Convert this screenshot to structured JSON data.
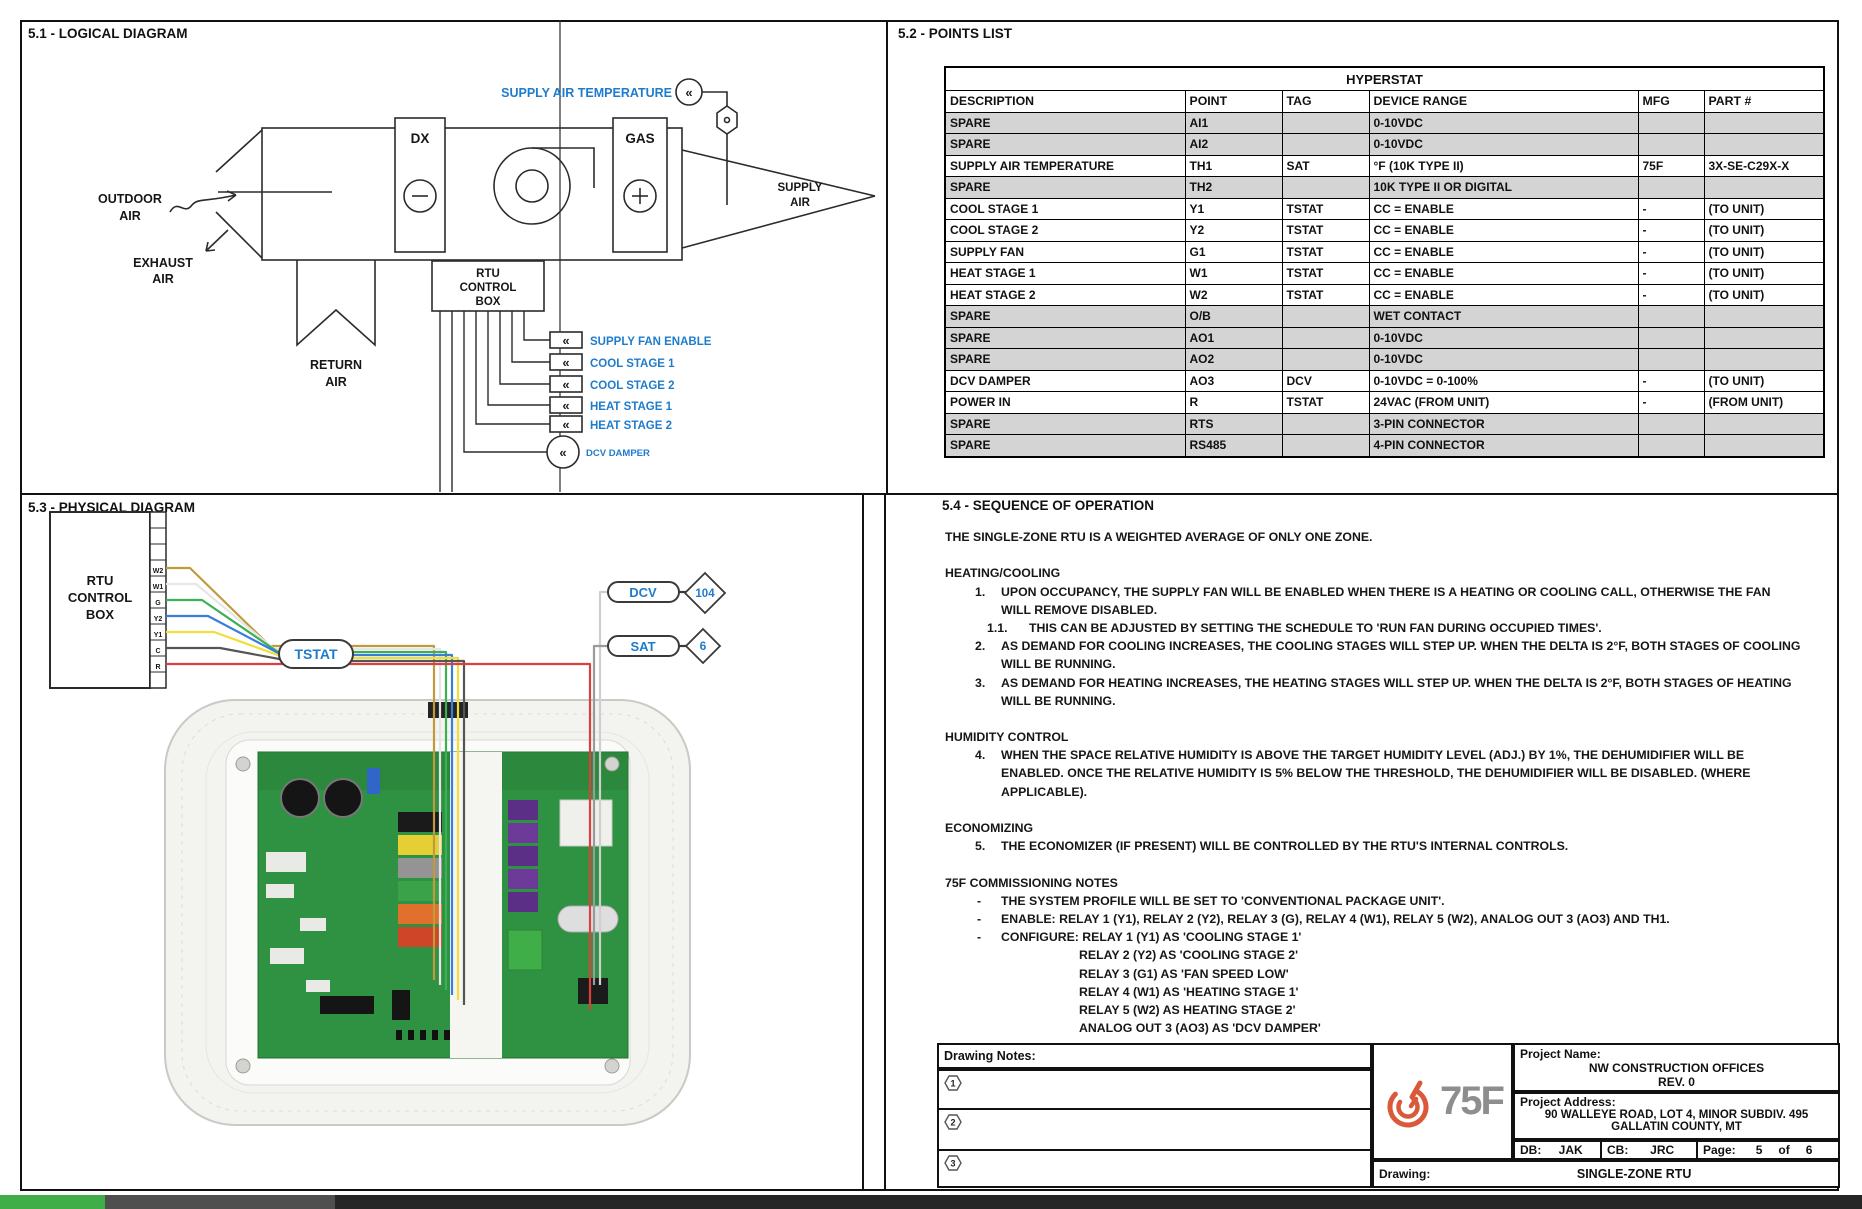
{
  "panels": {
    "p51": {
      "title": "5.1 - LOGICAL DIAGRAM"
    },
    "p52": {
      "title": "5.2 - POINTS LIST"
    },
    "p53": {
      "title": "5.3 - PHYSICAL DIAGRAM"
    },
    "p54": {
      "title": "5.4 - SEQUENCE OF OPERATION"
    }
  },
  "logical": {
    "sat_label": "SUPPLY AIR TEMPERATURE",
    "outdoor": [
      "OUTDOOR",
      "AIR"
    ],
    "exhaust": [
      "EXHAUST",
      "AIR"
    ],
    "return": [
      "RETURN",
      "AIR"
    ],
    "supply": [
      "SUPPLY",
      "AIR"
    ],
    "dx": "DX",
    "gas": "GAS",
    "rtu": [
      "RTU",
      "CONTROL",
      "BOX"
    ],
    "signals": [
      "SUPPLY FAN ENABLE",
      "COOL STAGE 1",
      "COOL STAGE 2",
      "HEAT STAGE 1",
      "HEAT STAGE 2"
    ],
    "dcv_damper": "DCV DAMPER",
    "flag": "«"
  },
  "points_table": {
    "group_header": "HYPERSTAT",
    "columns": [
      "DESCRIPTION",
      "POINT",
      "TAG",
      "DEVICE RANGE",
      "MFG",
      "PART #"
    ],
    "rows": [
      {
        "shaded": true,
        "cells": [
          "SPARE",
          "AI1",
          "",
          "0-10VDC",
          "",
          ""
        ]
      },
      {
        "shaded": true,
        "cells": [
          "SPARE",
          "AI2",
          "",
          "0-10VDC",
          "",
          ""
        ]
      },
      {
        "shaded": false,
        "cells": [
          "SUPPLY AIR TEMPERATURE",
          "TH1",
          "SAT",
          "°F (10K TYPE II)",
          "75F",
          "3X-SE-C29X-X"
        ]
      },
      {
        "shaded": true,
        "cells": [
          "SPARE",
          "TH2",
          "",
          "10K TYPE II OR DIGITAL",
          "",
          ""
        ]
      },
      {
        "shaded": false,
        "cells": [
          "COOL STAGE 1",
          "Y1",
          "TSTAT",
          "CC = ENABLE",
          "-",
          "(TO UNIT)"
        ]
      },
      {
        "shaded": false,
        "cells": [
          "COOL STAGE 2",
          "Y2",
          "TSTAT",
          "CC = ENABLE",
          "-",
          "(TO UNIT)"
        ]
      },
      {
        "shaded": false,
        "cells": [
          "SUPPLY FAN",
          "G1",
          "TSTAT",
          "CC = ENABLE",
          "-",
          "(TO UNIT)"
        ]
      },
      {
        "shaded": false,
        "cells": [
          "HEAT STAGE 1",
          "W1",
          "TSTAT",
          "CC = ENABLE",
          "-",
          "(TO UNIT)"
        ]
      },
      {
        "shaded": false,
        "cells": [
          "HEAT STAGE 2",
          "W2",
          "TSTAT",
          "CC = ENABLE",
          "-",
          "(TO UNIT)"
        ]
      },
      {
        "shaded": true,
        "cells": [
          "SPARE",
          "O/B",
          "",
          "WET CONTACT",
          "",
          ""
        ]
      },
      {
        "shaded": true,
        "cells": [
          "SPARE",
          "AO1",
          "",
          "0-10VDC",
          "",
          ""
        ]
      },
      {
        "shaded": true,
        "cells": [
          "SPARE",
          "AO2",
          "",
          "0-10VDC",
          "",
          ""
        ]
      },
      {
        "shaded": false,
        "cells": [
          "DCV DAMPER",
          "AO3",
          "DCV",
          "0-10VDC = 0-100%",
          "-",
          "(TO UNIT)"
        ]
      },
      {
        "shaded": false,
        "cells": [
          "POWER IN",
          "R",
          "TSTAT",
          "24VAC (FROM UNIT)",
          "-",
          "(FROM UNIT)"
        ]
      },
      {
        "shaded": true,
        "cells": [
          "SPARE",
          "RTS",
          "",
          "3-PIN CONNECTOR",
          "",
          ""
        ]
      },
      {
        "shaded": true,
        "cells": [
          "SPARE",
          "RS485",
          "",
          "4-PIN CONNECTOR",
          "",
          ""
        ]
      }
    ]
  },
  "physical": {
    "rtu": [
      "RTU",
      "CONTROL",
      "BOX"
    ],
    "terminals": [
      "W2",
      "W1",
      "G",
      "Y2",
      "Y1",
      "C",
      "R"
    ],
    "tstat": "TSTAT",
    "dcv": "DCV",
    "sat": "SAT",
    "dcv_tag": "104",
    "sat_tag": "6"
  },
  "sequence": {
    "lines": [
      {
        "cls": "body",
        "text": "THE SINGLE-ZONE RTU IS A WEIGHTED AVERAGE OF ONLY ONE ZONE."
      },
      {
        "cls": "gap"
      },
      {
        "cls": "sec",
        "text": "HEATING/COOLING"
      },
      {
        "cls": "li",
        "num": "1.",
        "text": "UPON OCCUPANCY, THE SUPPLY FAN WILL BE ENABLED WHEN THERE IS A HEATING OR COOLING CALL, OTHERWISE THE FAN"
      },
      {
        "cls": "cont",
        "text": "WILL REMOVE DISABLED."
      },
      {
        "cls": "li2",
        "num": "1.1.",
        "text": "THIS CAN BE ADJUSTED BY SETTING THE SCHEDULE TO 'RUN FAN DURING OCCUPIED TIMES'."
      },
      {
        "cls": "li",
        "num": "2.",
        "text": "AS DEMAND FOR COOLING INCREASES, THE COOLING STAGES WILL STEP UP. WHEN THE DELTA IS 2°F, BOTH STAGES OF COOLING"
      },
      {
        "cls": "cont",
        "text": "WILL BE RUNNING."
      },
      {
        "cls": "li",
        "num": "3.",
        "text": "AS DEMAND FOR HEATING INCREASES, THE HEATING STAGES WILL STEP UP. WHEN THE DELTA IS 2°F, BOTH STAGES OF HEATING"
      },
      {
        "cls": "cont",
        "text": "WILL BE RUNNING."
      },
      {
        "cls": "gap"
      },
      {
        "cls": "sec",
        "text": "HUMIDITY CONTROL"
      },
      {
        "cls": "li",
        "num": "4.",
        "text": "WHEN THE SPACE RELATIVE HUMIDITY IS ABOVE THE TARGET HUMIDITY LEVEL (ADJ.) BY 1%, THE DEHUMIDIFIER WILL BE"
      },
      {
        "cls": "cont",
        "text": "ENABLED. ONCE THE RELATIVE HUMIDITY IS 5% BELOW THE THRESHOLD, THE DEHUMIDIFIER WILL BE DISABLED. (WHERE"
      },
      {
        "cls": "cont",
        "text": "APPLICABLE)."
      },
      {
        "cls": "gap"
      },
      {
        "cls": "sec",
        "text": "ECONOMIZING"
      },
      {
        "cls": "li",
        "num": "5.",
        "text": "THE ECONOMIZER (IF PRESENT) WILL BE CONTROLLED BY THE RTU'S INTERNAL CONTROLS."
      },
      {
        "cls": "gap"
      },
      {
        "cls": "sec",
        "text": "75F COMMISSIONING NOTES"
      },
      {
        "cls": "dash",
        "num": "-",
        "text": "THE SYSTEM PROFILE WILL BE SET TO 'CONVENTIONAL PACKAGE UNIT'."
      },
      {
        "cls": "dash",
        "num": "-",
        "text": "ENABLE: RELAY 1 (Y1), RELAY 2 (Y2), RELAY 3 (G), RELAY 4 (W1), RELAY 5 (W2), ANALOG OUT 3 (AO3) AND TH1."
      },
      {
        "cls": "dash",
        "num": "-",
        "text": "CONFIGURE:  RELAY 1 (Y1) AS 'COOLING STAGE 1'"
      },
      {
        "cls": "cfg",
        "text": "RELAY 2 (Y2) AS 'COOLING STAGE 2'"
      },
      {
        "cls": "cfg",
        "text": "RELAY 3 (G1) AS 'FAN SPEED LOW'"
      },
      {
        "cls": "cfg",
        "text": "RELAY 4 (W1) AS 'HEATING STAGE 1'"
      },
      {
        "cls": "cfg",
        "text": "RELAY 5 (W2) AS HEATING STAGE 2'"
      },
      {
        "cls": "cfg",
        "text": "ANALOG OUT 3 (AO3) AS 'DCV DAMPER'"
      }
    ]
  },
  "drawing_notes": {
    "title": "Drawing Notes:",
    "tags": [
      "1",
      "2",
      "3"
    ]
  },
  "title_block": {
    "logo_text": "75F",
    "project_name_label": "Project Name:",
    "project_name": "NW CONSTRUCTION OFFICES",
    "project_rev": "REV. 0",
    "project_address_label": "Project Address:",
    "project_address_1": "90 WALLEYE ROAD, LOT 4, MINOR SUBDIV. 495",
    "project_address_2": "GALLATIN COUNTY, MT",
    "db_label": "DB:",
    "db": "JAK",
    "cb_label": "CB:",
    "cb": "JRC",
    "page_label": "Page:",
    "page_num": "5",
    "page_of": "of",
    "page_total": "6",
    "drawing_label": "Drawing:",
    "drawing_title": "SINGLE-ZONE RTU"
  },
  "colors": {
    "accent_blue": "#1f7ccc",
    "table_shade": "#d4d4d4",
    "logo_orange": "#d9593a",
    "logo_gray": "#8e8e8e",
    "wire_w2": "#c19a3d",
    "wire_w1": "#e6e6e6",
    "wire_g": "#3cb054",
    "wire_y2": "#3b7dd8",
    "wire_y1": "#f0df3a",
    "wire_c": "#555555",
    "wire_r": "#d94040"
  }
}
